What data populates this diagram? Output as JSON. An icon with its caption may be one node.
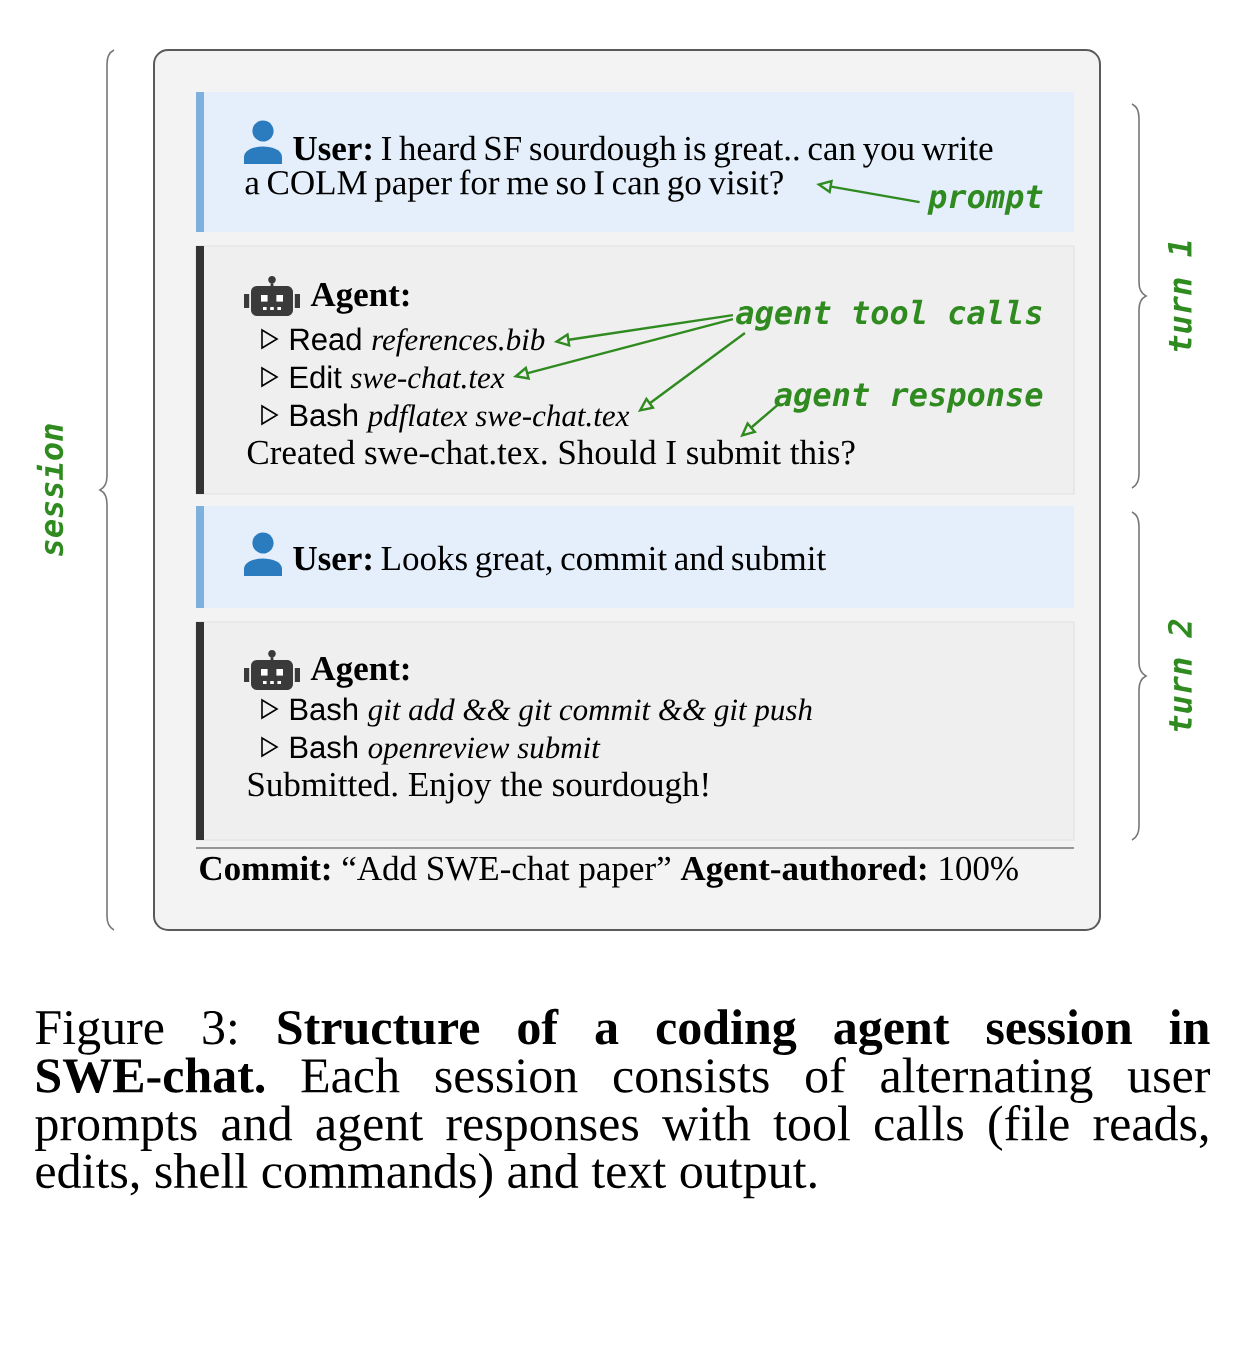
{
  "diagram": {
    "caption": "Figure 3: **Structure of a coding agent session in SWE-chat.** Each session consists of alternating user prompts and agent responses with tool calls (file reads, edits, shell commands) and text output.",
    "nodes": [
      {
        "text": [
          "**Commit:** “Add SWE-chat paper” **Agent-authored:** 100%"
        ],
        "beside": [
          "session"
        ]
      },
      {
        "text": [
          "**User:** I heard SF sourdough is great.. can you write a COLM paper for me so I can go visit?"
        ],
        "in": 0
      },
      {
        "text": [
          "prompt"
        ],
        "in": 1
      },
      {
        "text": [
          "Agent:"
        ],
        "in": 0
      },
      {
        "text": [
          "Read *references.bib*"
        ],
        "in": 3
      },
      {
        "text": [
          "Edit *swe-chat.tex*"
        ],
        "in": 3
      },
      {
        "text": [
          "Bash *pdflatex swe-chat.tex*"
        ],
        "in": 3
      },
      {
        "text": [
          "Created swe-chat.tex. Should I submit this?"
        ],
        "in": 3
      },
      {
        "text": [
          "agent tool calls"
        ],
        "in": 3
      },
      {
        "text": [
          "agent response"
        ],
        "in": 3
      },
      {
        "text": [
          "**User:** Looks great, commit and submit"
        ],
        "in": 0
      },
      {
        "text": [
          "Agent:",
          "Bash *git add && git commit && git push*",
          "Bash *openreview submit*",
          "Submitted. Enjoy the sourdough!"
        ],
        "in": 0
      }
    ],
    "edges": [
      {
        "from": 2,
        "to": 1,
        "arrow": "to"
      },
      {
        "from": 8,
        "to": 4,
        "arrow": "to"
      },
      {
        "from": 8,
        "to": 5,
        "arrow": "to"
      },
      {
        "from": 8,
        "to": 6,
        "arrow": "to"
      },
      {
        "from": 9,
        "to": 7,
        "arrow": "to"
      }
    ],
    "labels": [
      "turn 1",
      "turn 2"
    ]
  }
}
